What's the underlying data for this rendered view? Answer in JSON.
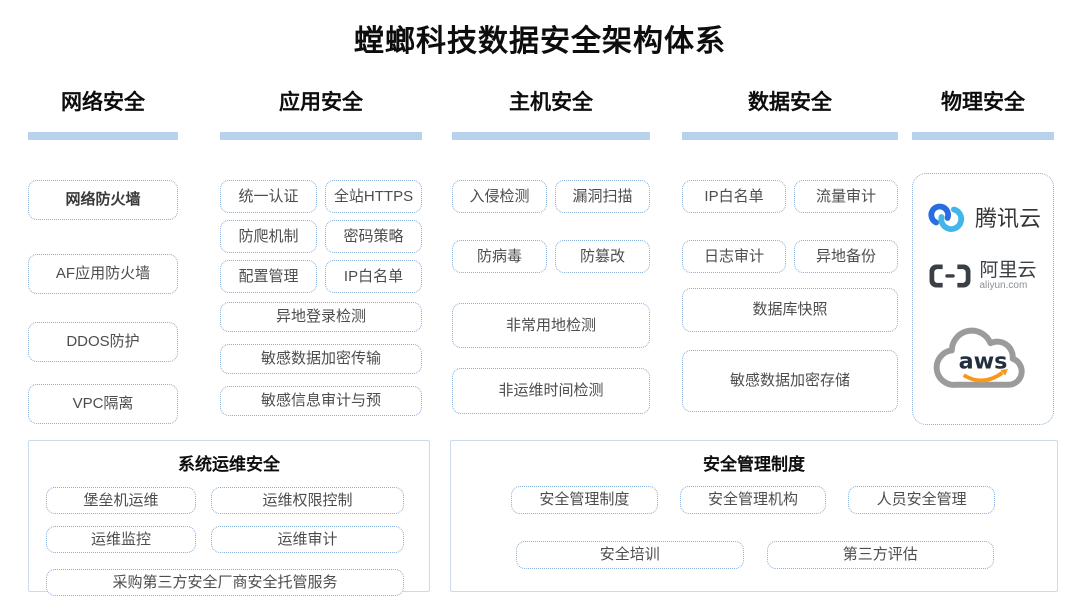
{
  "title": "螳螂科技数据安全架构体系",
  "network": {
    "header": "网络安全",
    "items": [
      "网络防火墙",
      "AF应用防火墙",
      "DDOS防护",
      "VPC隔离"
    ]
  },
  "application": {
    "header": "应用安全",
    "items": [
      "统一认证",
      "全站HTTPS",
      "防爬机制",
      "密码策略",
      "配置管理",
      "IP白名单",
      "异地登录检测",
      "敏感数据加密传输",
      "敏感信息审计与预"
    ]
  },
  "host": {
    "header": "主机安全",
    "items": [
      "入侵检测",
      "漏洞扫描",
      "防病毒",
      "防篡改",
      "非常用地检测",
      "非运维时间检测"
    ]
  },
  "data_security": {
    "header": "数据安全",
    "items": [
      "IP白名单",
      "流量审计",
      "日志审计",
      "异地备份",
      "数据库快照",
      "敏感数据加密存储"
    ]
  },
  "physical": {
    "header": "物理安全",
    "tencent_label": "腾讯云",
    "aliyun_label": "阿里云",
    "aliyun_domain": "aliyun.com",
    "aws_label": "aws"
  },
  "ops": {
    "header": "系统运维安全",
    "items": [
      "堡垒机运维",
      "运维权限控制",
      "运维监控",
      "运维审计",
      "采购第三方安全厂商安全托管服务"
    ]
  },
  "management": {
    "header": "安全管理制度",
    "items": [
      "安全管理制度",
      "安全管理机构",
      "人员安全管理",
      "安全培训",
      "第三方评估"
    ]
  },
  "colors": {
    "underline": "#b7d3ec",
    "box_border": "#86aed9",
    "section_border": "#c9dcee",
    "tencent_blue_dark": "#2a6de0",
    "tencent_blue_light": "#41b6e8",
    "aws_orange": "#f7981d",
    "aws_text": "#232f3e"
  }
}
